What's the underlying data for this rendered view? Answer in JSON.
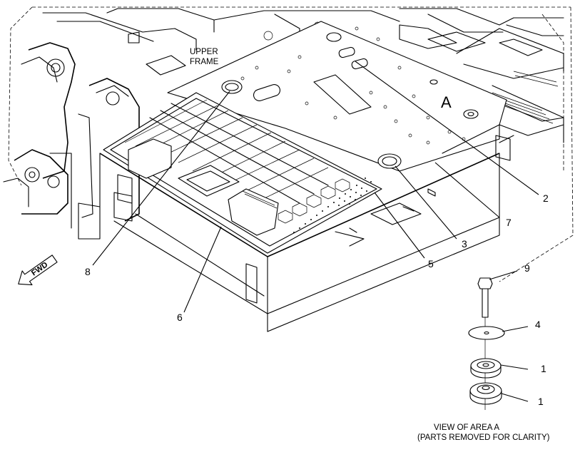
{
  "labels": {
    "upper_frame_line1": "UPPER",
    "upper_frame_line2": "FRAME",
    "area_marker": "A",
    "fwd": "FWD",
    "view_title": "VIEW OF AREA  A",
    "view_note": "(PARTS REMOVED FOR CLARITY)"
  },
  "callouts": {
    "c2": "2",
    "c7": "7",
    "c3": "3",
    "c5": "5",
    "c8": "8",
    "c6": "6",
    "c9": "9",
    "c4": "4",
    "c1a": "1",
    "c1b": "1"
  }
}
